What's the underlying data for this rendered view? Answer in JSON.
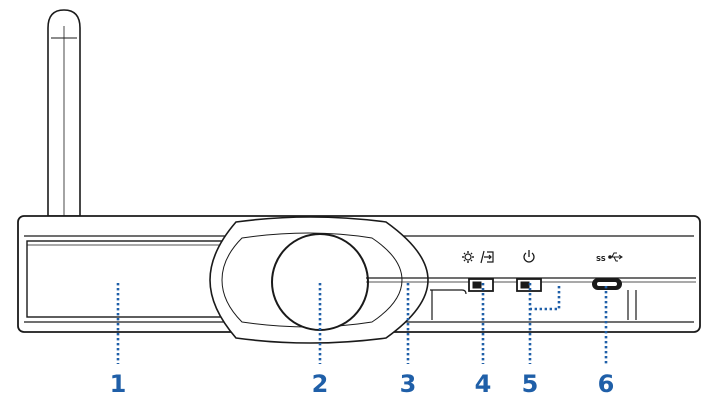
{
  "colors": {
    "line": "#1a1a1a",
    "callout": "#1f5fa8",
    "background": "#ffffff"
  },
  "icons": {
    "port_4_icon": "settings-and-input-icon",
    "port_5_icon": "power-icon",
    "port_6_icon": "usb-ss-icon"
  },
  "icon_labels": {
    "usb_ss": "SS"
  },
  "callouts": [
    {
      "id": "callout-1",
      "number": "1"
    },
    {
      "id": "callout-2",
      "number": "2"
    },
    {
      "id": "callout-3",
      "number": "3"
    },
    {
      "id": "callout-4",
      "number": "4"
    },
    {
      "id": "callout-5",
      "number": "5"
    },
    {
      "id": "callout-6",
      "number": "6"
    }
  ]
}
